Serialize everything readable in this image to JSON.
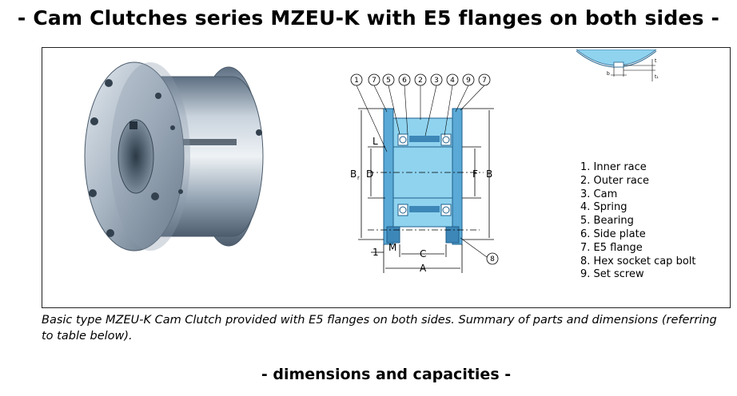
{
  "header": {
    "title": "- Cam Clutches series MZEU-K with E5 flanges on both sides -"
  },
  "drawing": {
    "callouts": [
      "1",
      "7",
      "5",
      "6",
      "2",
      "3",
      "4",
      "9",
      "7",
      "8"
    ],
    "dimension_labels": {
      "Br": "B",
      "Br_sub": "r",
      "D": "D",
      "L": "L",
      "F": "F",
      "B": "B",
      "M": "M",
      "C": "C",
      "A": "A",
      "one": "1"
    },
    "detail_labels": {
      "b": "b",
      "t": "t",
      "t1": "t₁"
    },
    "colors": {
      "body": "#8fd3ef",
      "flange": "#5aa9d6",
      "dark": "#1f5f8b"
    }
  },
  "parts": [
    "1. Inner race",
    "2. Outer race",
    "3. Cam",
    "4. Spring",
    "5. Bearing",
    "6. Side plate",
    "7. E5 flange",
    "8. Hex socket cap bolt",
    "9. Set screw"
  ],
  "caption": "Basic type MZEU-K Cam Clutch provided with E5 flanges on both sides. Summary of parts and dimensions (referring to table below).",
  "section_heading": "- dimensions and capacities -"
}
